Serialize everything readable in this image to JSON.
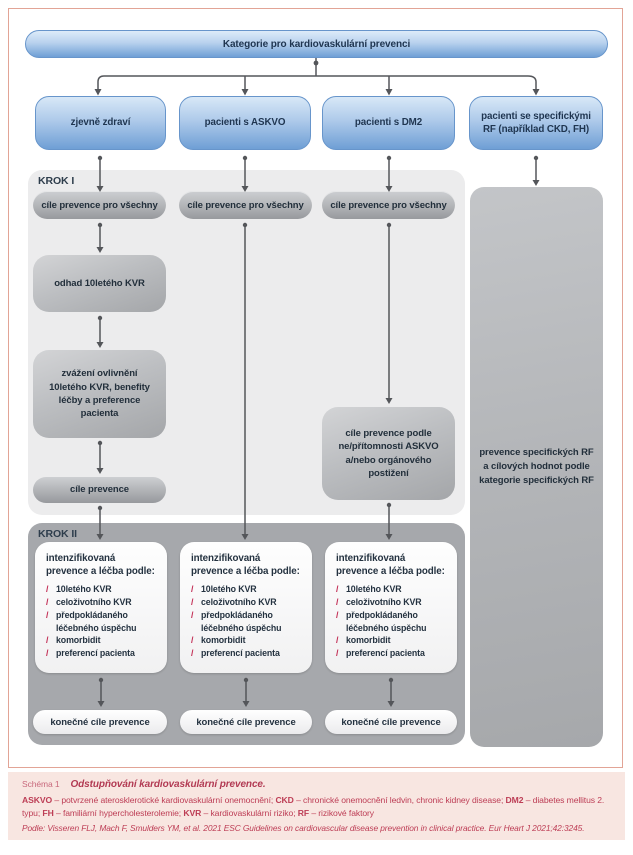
{
  "header": {
    "title": "Kategorie pro kardiovaskulární prevenci"
  },
  "categories": [
    {
      "label": "zjevně zdraví"
    },
    {
      "label": "pacienti s ASKVO"
    },
    {
      "label": "pacienti s DM2"
    },
    {
      "label": "pacienti se specifickými RF (například CKD, FH)"
    }
  ],
  "krok1": {
    "label": "KROK I",
    "goal_all": "cíle prevence pro všechny",
    "col1": {
      "estimate": "odhad 10letého KVR",
      "consider": "zvážení ovlivnění 10letého KVR, benefity léčby a preference pacienta",
      "goals": "cíle prevence"
    },
    "col3": {
      "goals_askvo": "cíle prevence podle ne/přítomnosti ASKVO a/nebo orgánového postižení"
    }
  },
  "krok2": {
    "label": "KROK II",
    "box_title": "intenzifikovaná prevence a léčba podle:",
    "bullet": "/",
    "items": [
      "10letého KVR",
      "celoživotního KVR",
      "předpokládaného léčebného úspěchu",
      "komorbidit",
      "preferencí pacienta"
    ],
    "final_goals": "konečné cíle prevence"
  },
  "specific_rf": {
    "text": "prevence specifických RF a cílových hodnot podle kategorie specifických RF"
  },
  "caption": {
    "scheme_label": "Schéma 1",
    "scheme_title": "Odstupňování kardiovaskulární prevence.",
    "abbrev_segments": [
      {
        "t": "ASKVO",
        "b": true
      },
      {
        "t": " – potvrzené aterosklerotické kardiovaskulární onemocnění; ",
        "b": false
      },
      {
        "t": "CKD",
        "b": true
      },
      {
        "t": " – chronické onemocnění ledvin, chronic kidney disease; ",
        "b": false
      },
      {
        "t": "DM2",
        "b": true
      },
      {
        "t": " – diabetes mellitus 2. typu; ",
        "b": false
      },
      {
        "t": "FH",
        "b": true
      },
      {
        "t": " – familiární hypercholesterolemie; ",
        "b": false
      },
      {
        "t": "KVR",
        "b": true
      },
      {
        "t": " – kardiovaskulární riziko; ",
        "b": false
      },
      {
        "t": "RF",
        "b": true
      },
      {
        "t": " – rizikové faktory",
        "b": false
      }
    ],
    "source": "Podle: Visseren FLJ, Mach F, Smulders YM, et al. 2021 ESC Guidelines on cardiovascular disease prevention in clinical practice. Eur Heart J 2021;42:3245."
  },
  "colors": {
    "accent_blue": "#6f9fd5",
    "bullet_red": "#c22a52",
    "caption_red": "#bd3d55",
    "frame_border": "#e2a496"
  }
}
